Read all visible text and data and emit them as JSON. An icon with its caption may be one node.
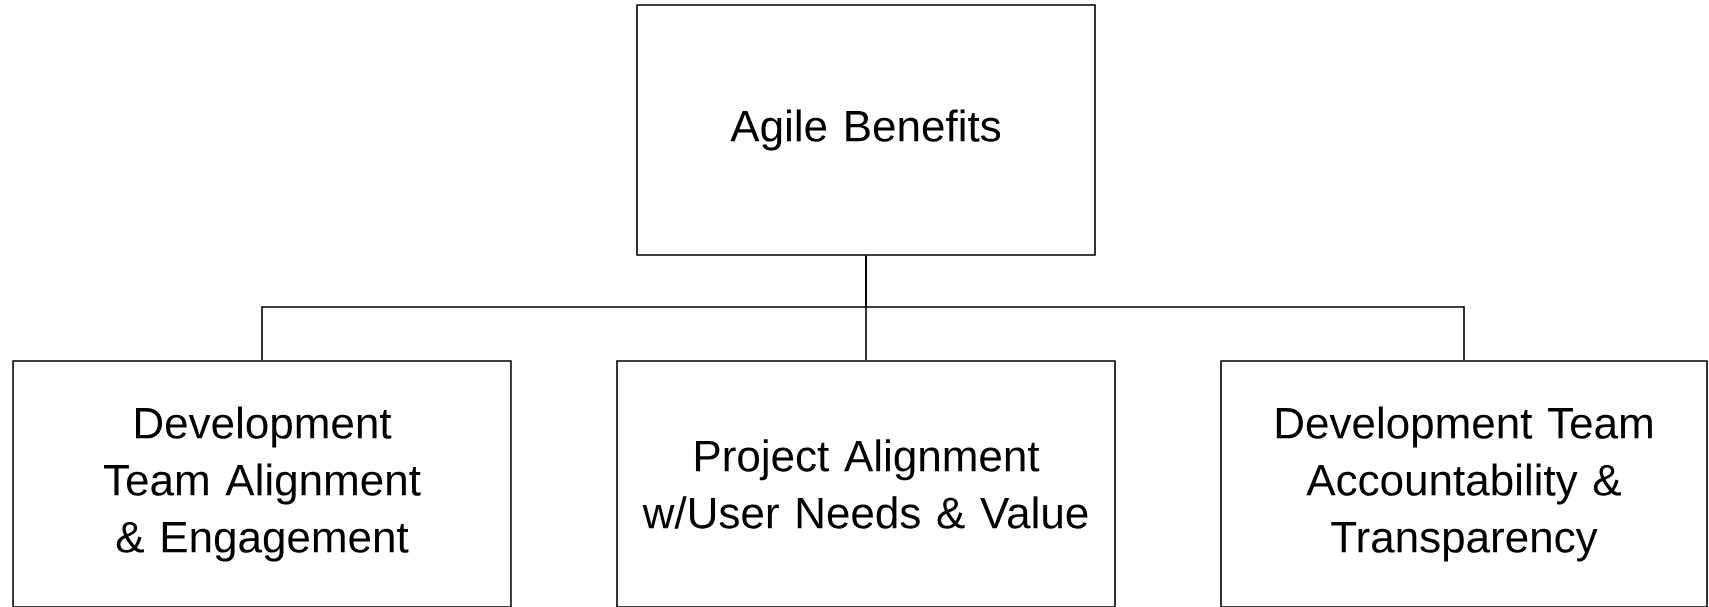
{
  "diagram": {
    "nodes": [
      {
        "text": [
          "Agile Benefits"
        ]
      },
      {
        "text": [
          "Development Team Alignment & Engagement"
        ]
      },
      {
        "text": [
          "Project Alignment w/User Needs & Value"
        ]
      },
      {
        "text": [
          "Development Team Accountability & Transparency"
        ]
      }
    ],
    "edges": [
      {
        "from": 0,
        "to": 1,
        "arrow": "none"
      },
      {
        "from": 0,
        "to": 2,
        "arrow": "none"
      },
      {
        "from": 0,
        "to": 3,
        "arrow": "none"
      }
    ]
  }
}
